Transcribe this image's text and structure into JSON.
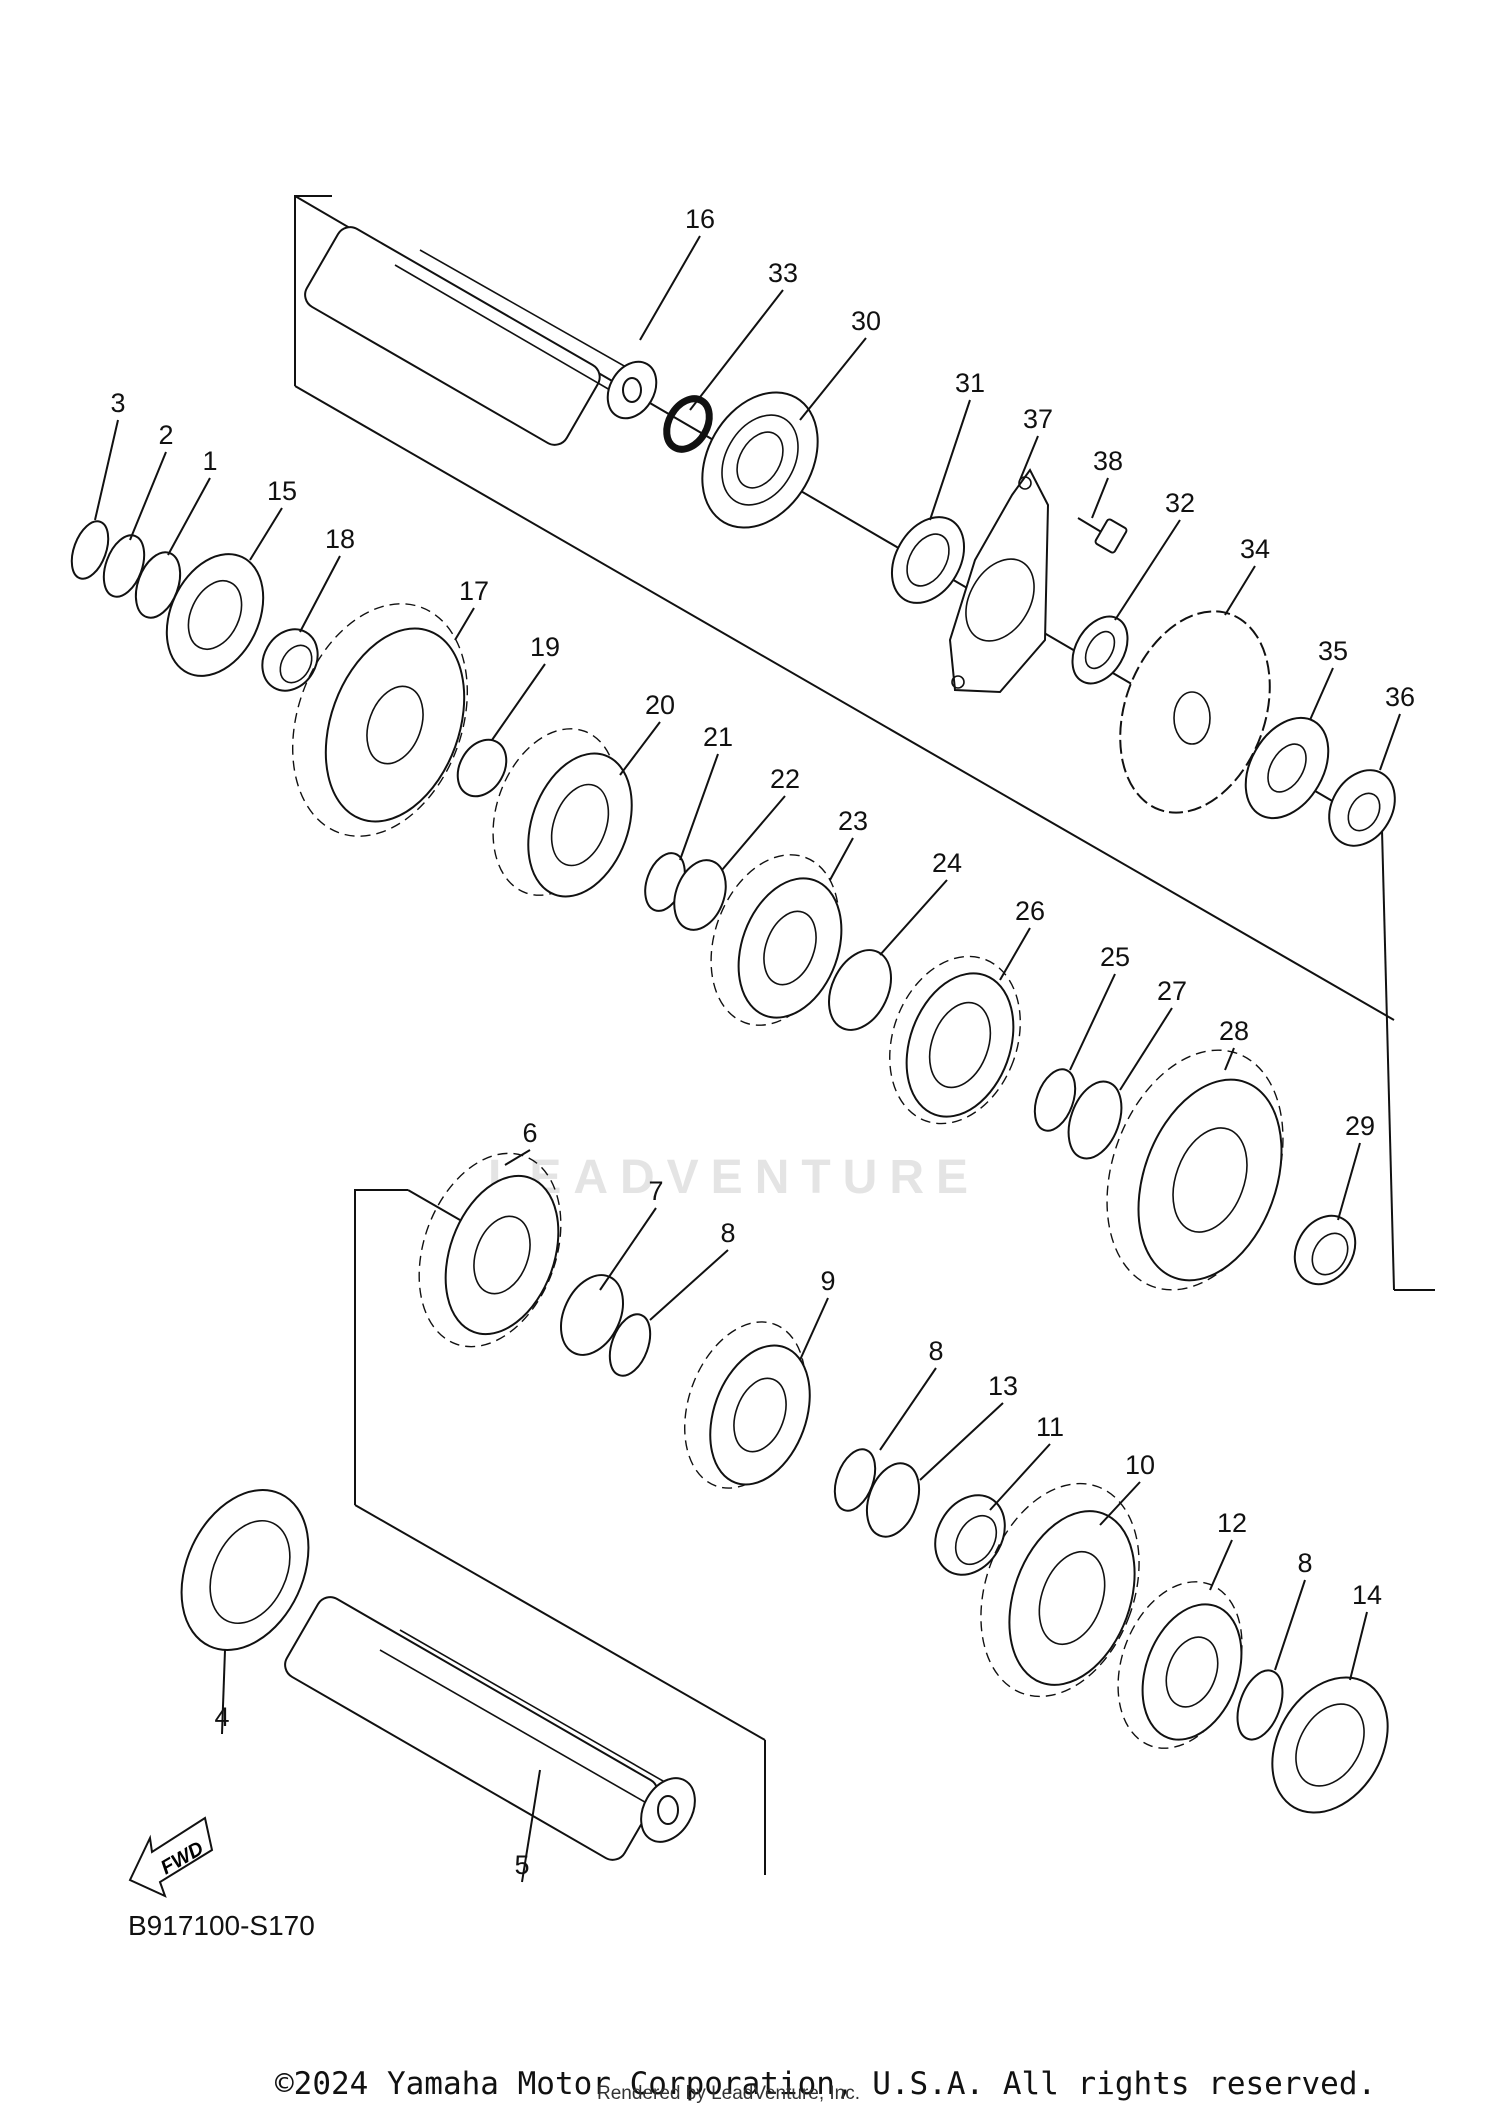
{
  "diagram_code": "B917100-S170",
  "fwd_label": "FWD",
  "watermark": "LEADVENTURE",
  "copyright": "©2024 Yamaha Motor Corporation, U.S.A. All rights reserved.",
  "rendered_by": "Rendered by LeadVenture, Inc.",
  "callouts": [
    {
      "num": "16"
    },
    {
      "num": "33"
    },
    {
      "num": "30"
    },
    {
      "num": "31"
    },
    {
      "num": "37"
    },
    {
      "num": "38"
    },
    {
      "num": "32"
    },
    {
      "num": "34"
    },
    {
      "num": "35"
    },
    {
      "num": "36"
    },
    {
      "num": "3"
    },
    {
      "num": "2"
    },
    {
      "num": "1"
    },
    {
      "num": "15"
    },
    {
      "num": "18"
    },
    {
      "num": "17"
    },
    {
      "num": "19"
    },
    {
      "num": "20"
    },
    {
      "num": "21"
    },
    {
      "num": "22"
    },
    {
      "num": "23"
    },
    {
      "num": "24"
    },
    {
      "num": "26"
    },
    {
      "num": "25"
    },
    {
      "num": "27"
    },
    {
      "num": "28"
    },
    {
      "num": "29"
    },
    {
      "num": "6"
    },
    {
      "num": "7"
    },
    {
      "num": "8"
    },
    {
      "num": "9"
    },
    {
      "num": "8"
    },
    {
      "num": "13"
    },
    {
      "num": "11"
    },
    {
      "num": "10"
    },
    {
      "num": "12"
    },
    {
      "num": "8"
    },
    {
      "num": "14"
    },
    {
      "num": "4"
    },
    {
      "num": "5"
    }
  ]
}
